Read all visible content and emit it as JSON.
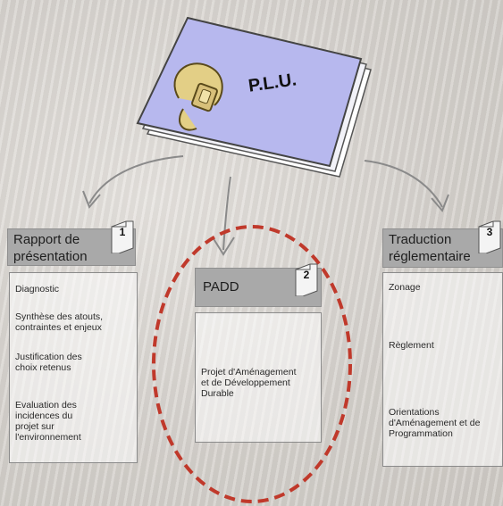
{
  "folder": {
    "label": "P.L.U."
  },
  "columns": [
    {
      "number": "1",
      "title": "Rapport de\nprésentation",
      "items": [
        "Diagnostic",
        "Synthèse des atouts,\ncontraintes et enjeux",
        "Justification des\nchoix retenus",
        "Evaluation des\nincidences du\nprojet sur\nl'environnement"
      ]
    },
    {
      "number": "2",
      "title": "PADD",
      "items": [
        "Projet d'Aménagement\net de Développement\nDurable"
      ]
    },
    {
      "number": "3",
      "title": "Traduction\nréglementaire",
      "items": [
        "Zonage",
        "Règlement",
        "Orientations\nd'Aménagement et de\nProgrammation"
      ]
    }
  ],
  "colors": {
    "header": "#a9a9a9",
    "highlight_ellipse": "#c0392b",
    "folder": "#b7b8ee"
  }
}
